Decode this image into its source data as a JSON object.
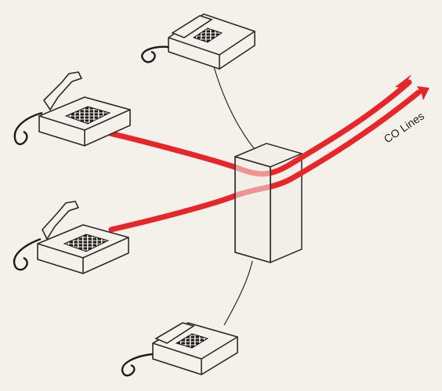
{
  "diagram": {
    "co_lines_label": "CO Lines",
    "colors": {
      "background": "#f4f1ea",
      "co_line": "#e8262a",
      "line_art": "#2a2a2a",
      "keypad": "#1c1c1c",
      "device_fill": "#f4f1ea"
    },
    "telephones": [
      {
        "name": "telephone-top",
        "style": "handset-on-hook"
      },
      {
        "name": "telephone-upper-left",
        "style": "handset-lifted"
      },
      {
        "name": "telephone-lower-left",
        "style": "handset-lifted"
      },
      {
        "name": "telephone-bottom",
        "style": "handset-on-hook"
      }
    ],
    "switch_unit": {
      "icon": "key-system-cabinet-icon"
    },
    "connections": [
      {
        "from": "telephone-top",
        "to": "switch-unit",
        "type": "extension-wire"
      },
      {
        "from": "telephone-bottom",
        "to": "switch-unit",
        "type": "extension-wire"
      },
      {
        "from": "telephone-upper-left",
        "to": "co-lines",
        "type": "co-line"
      },
      {
        "from": "telephone-lower-left",
        "to": "co-lines",
        "type": "co-line"
      }
    ]
  }
}
